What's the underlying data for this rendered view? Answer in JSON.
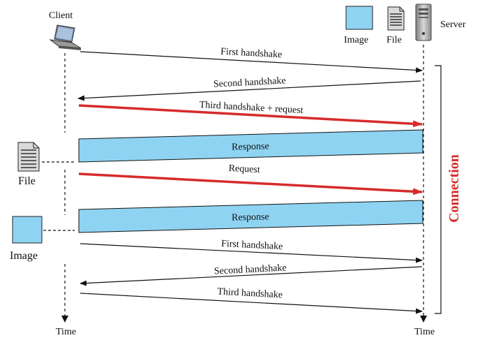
{
  "participants": {
    "client": "Client",
    "server": "Server"
  },
  "legend": {
    "image": "Image",
    "file": "File"
  },
  "side_labels": {
    "file": "File",
    "image": "Image"
  },
  "time_axis": {
    "client": "Time",
    "server": "Time"
  },
  "connection_label": "Connection",
  "messages": [
    {
      "label": "First handshake",
      "direction": "to-server",
      "style": "thin"
    },
    {
      "label": "Second handshake",
      "direction": "to-client",
      "style": "thin"
    },
    {
      "label": "Third handshake + request",
      "direction": "to-server",
      "style": "thick-red"
    },
    {
      "label": "Response",
      "direction": "to-client",
      "style": "block"
    },
    {
      "label": "Request",
      "direction": "to-server",
      "style": "thick-red"
    },
    {
      "label": "Response",
      "direction": "to-client",
      "style": "block"
    },
    {
      "label": "First handshake",
      "direction": "to-server",
      "style": "thin"
    },
    {
      "label": "Second handshake",
      "direction": "to-client",
      "style": "thin"
    },
    {
      "label": "Third handshake",
      "direction": "to-server",
      "style": "thin"
    }
  ],
  "colors": {
    "response_fill": "#8fd3f2",
    "request_arrow": "#d72b2b",
    "connection": "#d72b2b",
    "line": "#111111"
  },
  "icons": {
    "client": "laptop-icon",
    "server": "server-tower-icon",
    "image": "image-square-icon",
    "file": "document-icon"
  }
}
